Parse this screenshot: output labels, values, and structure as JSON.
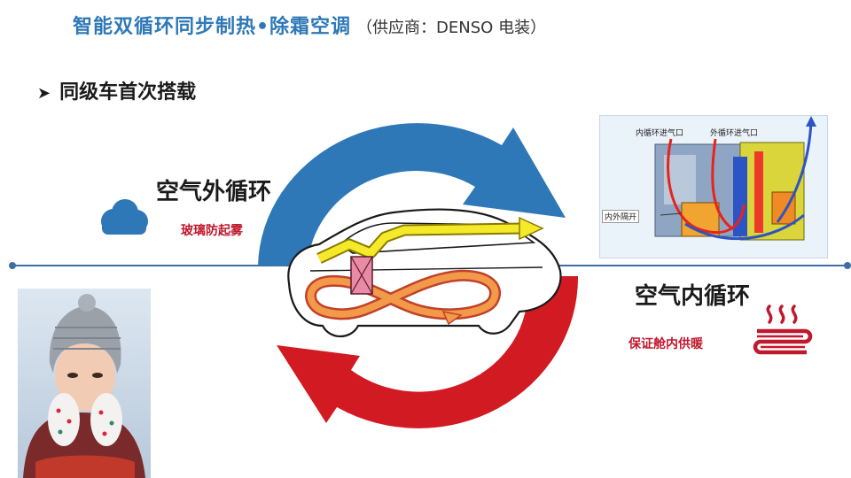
{
  "header": {
    "title": "智能双循环同步制热•除霜空调",
    "subtitle": "（供应商：DENSO 电装）"
  },
  "bullet": {
    "text": "同级车首次搭载"
  },
  "outer_cycle": {
    "label": "空气外循环",
    "note": "玻璃防起雾",
    "color": "#2f78b8"
  },
  "inner_cycle": {
    "label": "空气内循环",
    "note": "保证舱内供暖",
    "color": "#d21a22"
  },
  "hvac_diagram": {
    "inner_inlet": "内循环进气口",
    "outer_inlet": "外循环进气口",
    "separator": "内外隔开"
  },
  "icons": {
    "cloud": "cloud-icon",
    "heater": "heater-icon",
    "photo": "winter-woman-photo"
  }
}
